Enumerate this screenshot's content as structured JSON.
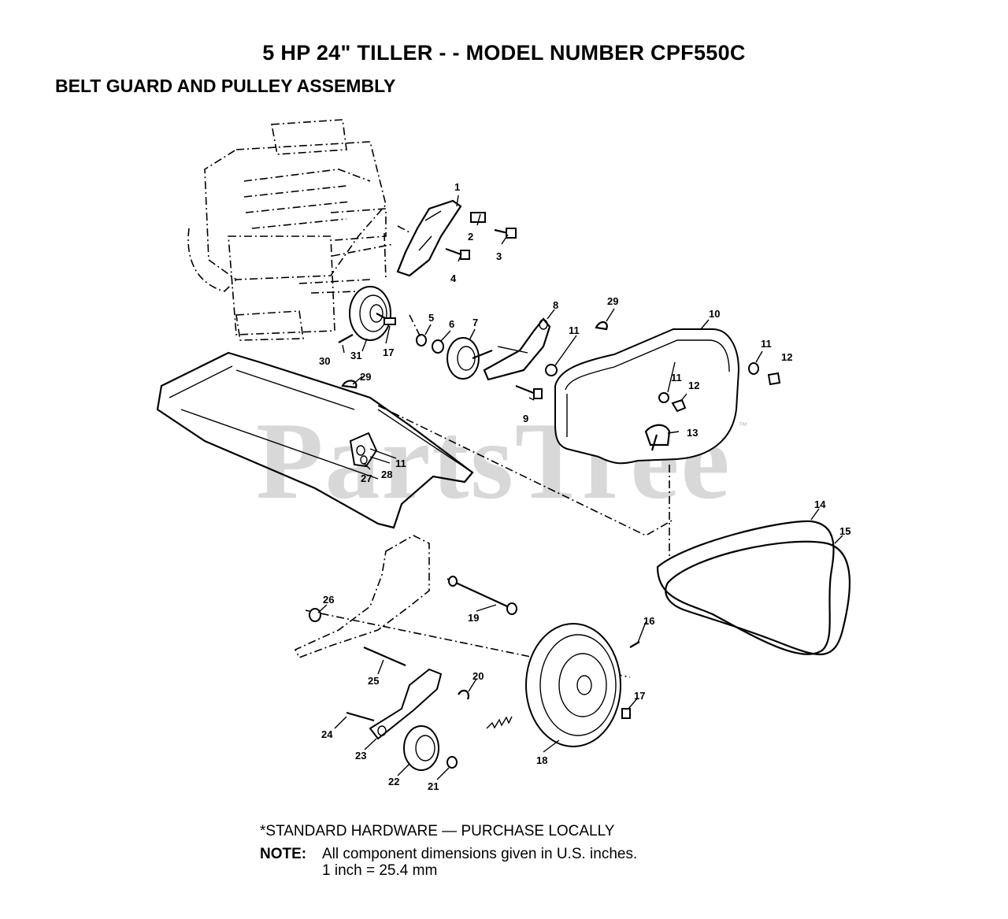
{
  "header": {
    "title": "5 HP 24\" TILLER - - MODEL NUMBER CPF550C",
    "subtitle": "BELT GUARD AND PULLEY ASSEMBLY"
  },
  "watermark": {
    "text": "PartsTree",
    "trademark": "™"
  },
  "parts": {
    "p1": "1",
    "p2": "2",
    "p3": "3",
    "p4": "4",
    "p5": "5",
    "p6": "6",
    "p7": "7",
    "p8": "8",
    "p9": "9",
    "p10": "10",
    "p11a": "11",
    "p11b": "11",
    "p11c": "11",
    "p11d": "11",
    "p12a": "12",
    "p12b": "12",
    "p13": "13",
    "p14": "14",
    "p15": "15",
    "p16": "16",
    "p17a": "17",
    "p17b": "17",
    "p18": "18",
    "p19": "19",
    "p20": "20",
    "p21": "21",
    "p22": "22",
    "p23": "23",
    "p24": "24",
    "p25": "25",
    "p26": "26",
    "p27": "27",
    "p28": "28",
    "p29a": "29",
    "p29b": "29",
    "p30": "30",
    "p31": "31"
  },
  "footer": {
    "standard_hardware": "*STANDARD HARDWARE — PURCHASE LOCALLY",
    "note_label": "NOTE:",
    "note_line1": "All component dimensions given in U.S. inches.",
    "note_line2": "1 inch = 25.4 mm"
  }
}
